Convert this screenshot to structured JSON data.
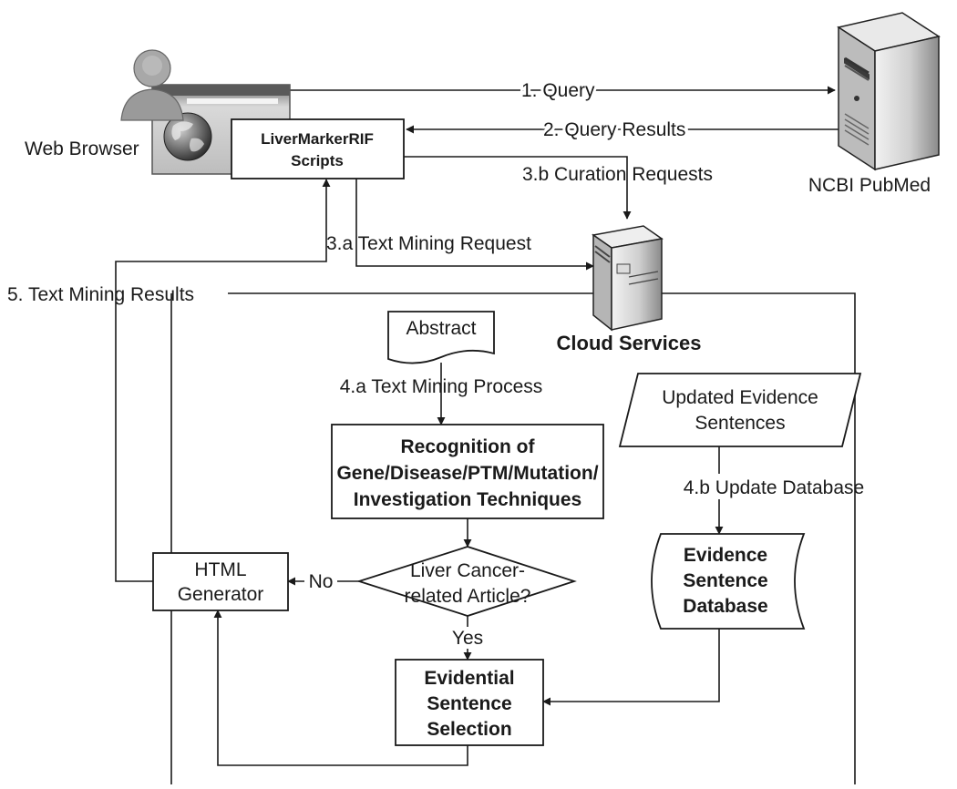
{
  "nodes": {
    "web_browser": "Web Browser",
    "scripts": [
      "LiverMarkerRIF",
      "Scripts"
    ],
    "ncbi": "NCBI PubMed",
    "cloud": "Cloud Services",
    "abstract": "Abstract",
    "recognition": [
      "Recognition of",
      "Gene/Disease/PTM/Mutation/",
      "Investigation Techniques"
    ],
    "decision": [
      "Liver Cancer-",
      "related Article?"
    ],
    "html_generator": [
      "HTML",
      "Generator"
    ],
    "evidential": [
      "Evidential",
      "Sentence",
      "Selection"
    ],
    "updated": [
      "Updated Evidence",
      "Sentences"
    ],
    "database": [
      "Evidence",
      "Sentence",
      "Database"
    ]
  },
  "edges": {
    "query": "1. Query",
    "query_results": "2. Query Results",
    "curation": "3.b Curation Requests",
    "text_mining_request": "3.a Text Mining Request",
    "text_mining_results": "5. Text Mining Results",
    "text_mining_process": "4.a Text Mining Process",
    "update_db": "4.b Update Database",
    "no": "No",
    "yes": "Yes"
  },
  "colors": {
    "line": "#1a1a1a",
    "icon_gray": "#8c8c8c",
    "icon_dark": "#3a3a3a",
    "background": "#ffffff"
  },
  "icons": [
    "user-icon",
    "web-browser-icon",
    "globe-icon",
    "ncbi-server-icon",
    "cloud-server-icon"
  ]
}
